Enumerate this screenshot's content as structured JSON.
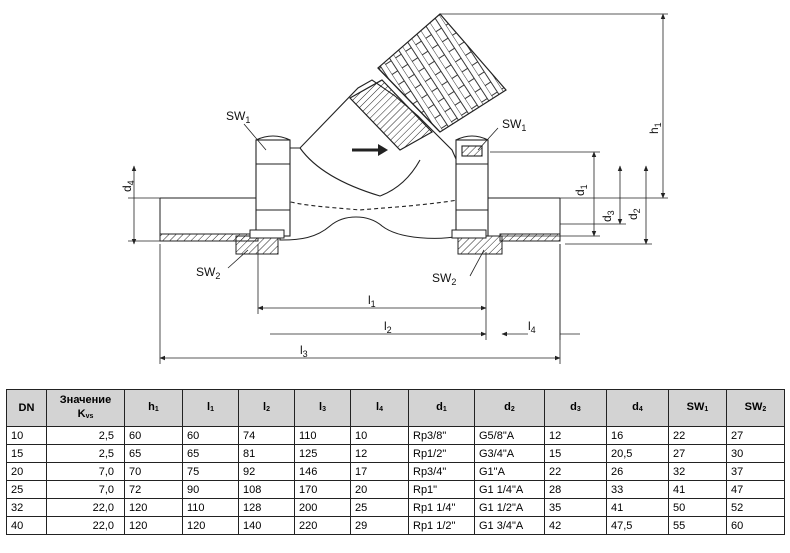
{
  "drawing": {
    "labels": {
      "sw1_left": "SW",
      "sw1_left_sub": "1",
      "sw1_right": "SW",
      "sw1_right_sub": "1",
      "sw2_left": "SW",
      "sw2_left_sub": "2",
      "sw2_right": "SW",
      "sw2_right_sub": "2",
      "h1": "h",
      "h1_sub": "1",
      "d1": "d",
      "d1_sub": "1",
      "d2": "d",
      "d2_sub": "2",
      "d3": "d",
      "d3_sub": "3",
      "d4": "d",
      "d4_sub": "4",
      "l1": "l",
      "l1_sub": "1",
      "l2": "l",
      "l2_sub": "2",
      "l3": "l",
      "l3_sub": "3",
      "l4": "l",
      "l4_sub": "4"
    }
  },
  "table": {
    "headers": [
      {
        "main": "DN",
        "sub": ""
      },
      {
        "main": "Значение",
        "sub2": "K",
        "sub": "vs"
      },
      {
        "main": "h",
        "sub": "1"
      },
      {
        "main": "l",
        "sub": "1"
      },
      {
        "main": "l",
        "sub": "2"
      },
      {
        "main": "l",
        "sub": "3"
      },
      {
        "main": "l",
        "sub": "4"
      },
      {
        "main": "d",
        "sub": "1"
      },
      {
        "main": "d",
        "sub": "2"
      },
      {
        "main": "d",
        "sub": "3"
      },
      {
        "main": "d",
        "sub": "4"
      },
      {
        "main": "SW",
        "sub": "1"
      },
      {
        "main": "SW",
        "sub": "2"
      }
    ],
    "rows": [
      [
        "10",
        "2,5",
        "60",
        "60",
        "74",
        "110",
        "10",
        "Rp3/8\"",
        "G5/8\"A",
        "12",
        "16",
        "22",
        "27"
      ],
      [
        "15",
        "2,5",
        "65",
        "65",
        "81",
        "125",
        "12",
        "Rp1/2\"",
        "G3/4\"A",
        "15",
        "20,5",
        "27",
        "30"
      ],
      [
        "20",
        "7,0",
        "70",
        "75",
        "92",
        "146",
        "17",
        "Rp3/4\"",
        "G1\"A",
        "22",
        "26",
        "32",
        "37"
      ],
      [
        "25",
        "7,0",
        "72",
        "90",
        "108",
        "170",
        "20",
        "Rp1\"",
        "G1 1/4\"A",
        "28",
        "33",
        "41",
        "47"
      ],
      [
        "32",
        "22,0",
        "120",
        "110",
        "128",
        "200",
        "25",
        "Rp1 1/4\"",
        "G1 1/2\"A",
        "35",
        "41",
        "50",
        "52"
      ],
      [
        "40",
        "22,0",
        "120",
        "120",
        "140",
        "220",
        "29",
        "Rp1 1/2\"",
        "G1 3/4\"A",
        "42",
        "47,5",
        "55",
        "60"
      ]
    ]
  }
}
